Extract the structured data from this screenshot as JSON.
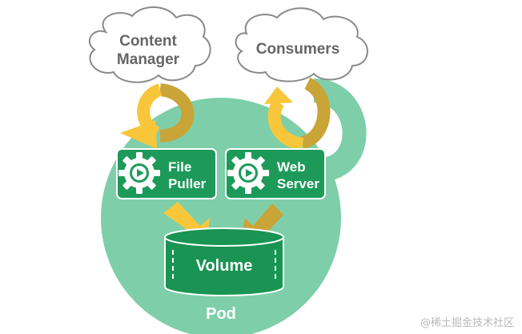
{
  "diagram": {
    "clouds": {
      "content_manager": {
        "line1": "Content",
        "line2": "Manager"
      },
      "consumers": {
        "label": "Consumers"
      }
    },
    "containers": {
      "file_puller": {
        "line1": "File",
        "line2": "Puller"
      },
      "web_server": {
        "line1": "Web",
        "line2": "Server"
      }
    },
    "volume": {
      "label": "Volume"
    },
    "pod": {
      "label": "Pod"
    },
    "watermark": "@稀土掘金技术社区",
    "colors": {
      "pod_fill": "#7ecfa9",
      "container_fill": "#1d9a5a",
      "volume_fill": "#199453",
      "arrow_light": "#f8c63b",
      "arrow_dark": "#c9a436",
      "cloud_stroke": "#8a8a8a",
      "cloud_text": "#666666"
    },
    "icons": [
      "gear-icon",
      "play-icon"
    ]
  }
}
